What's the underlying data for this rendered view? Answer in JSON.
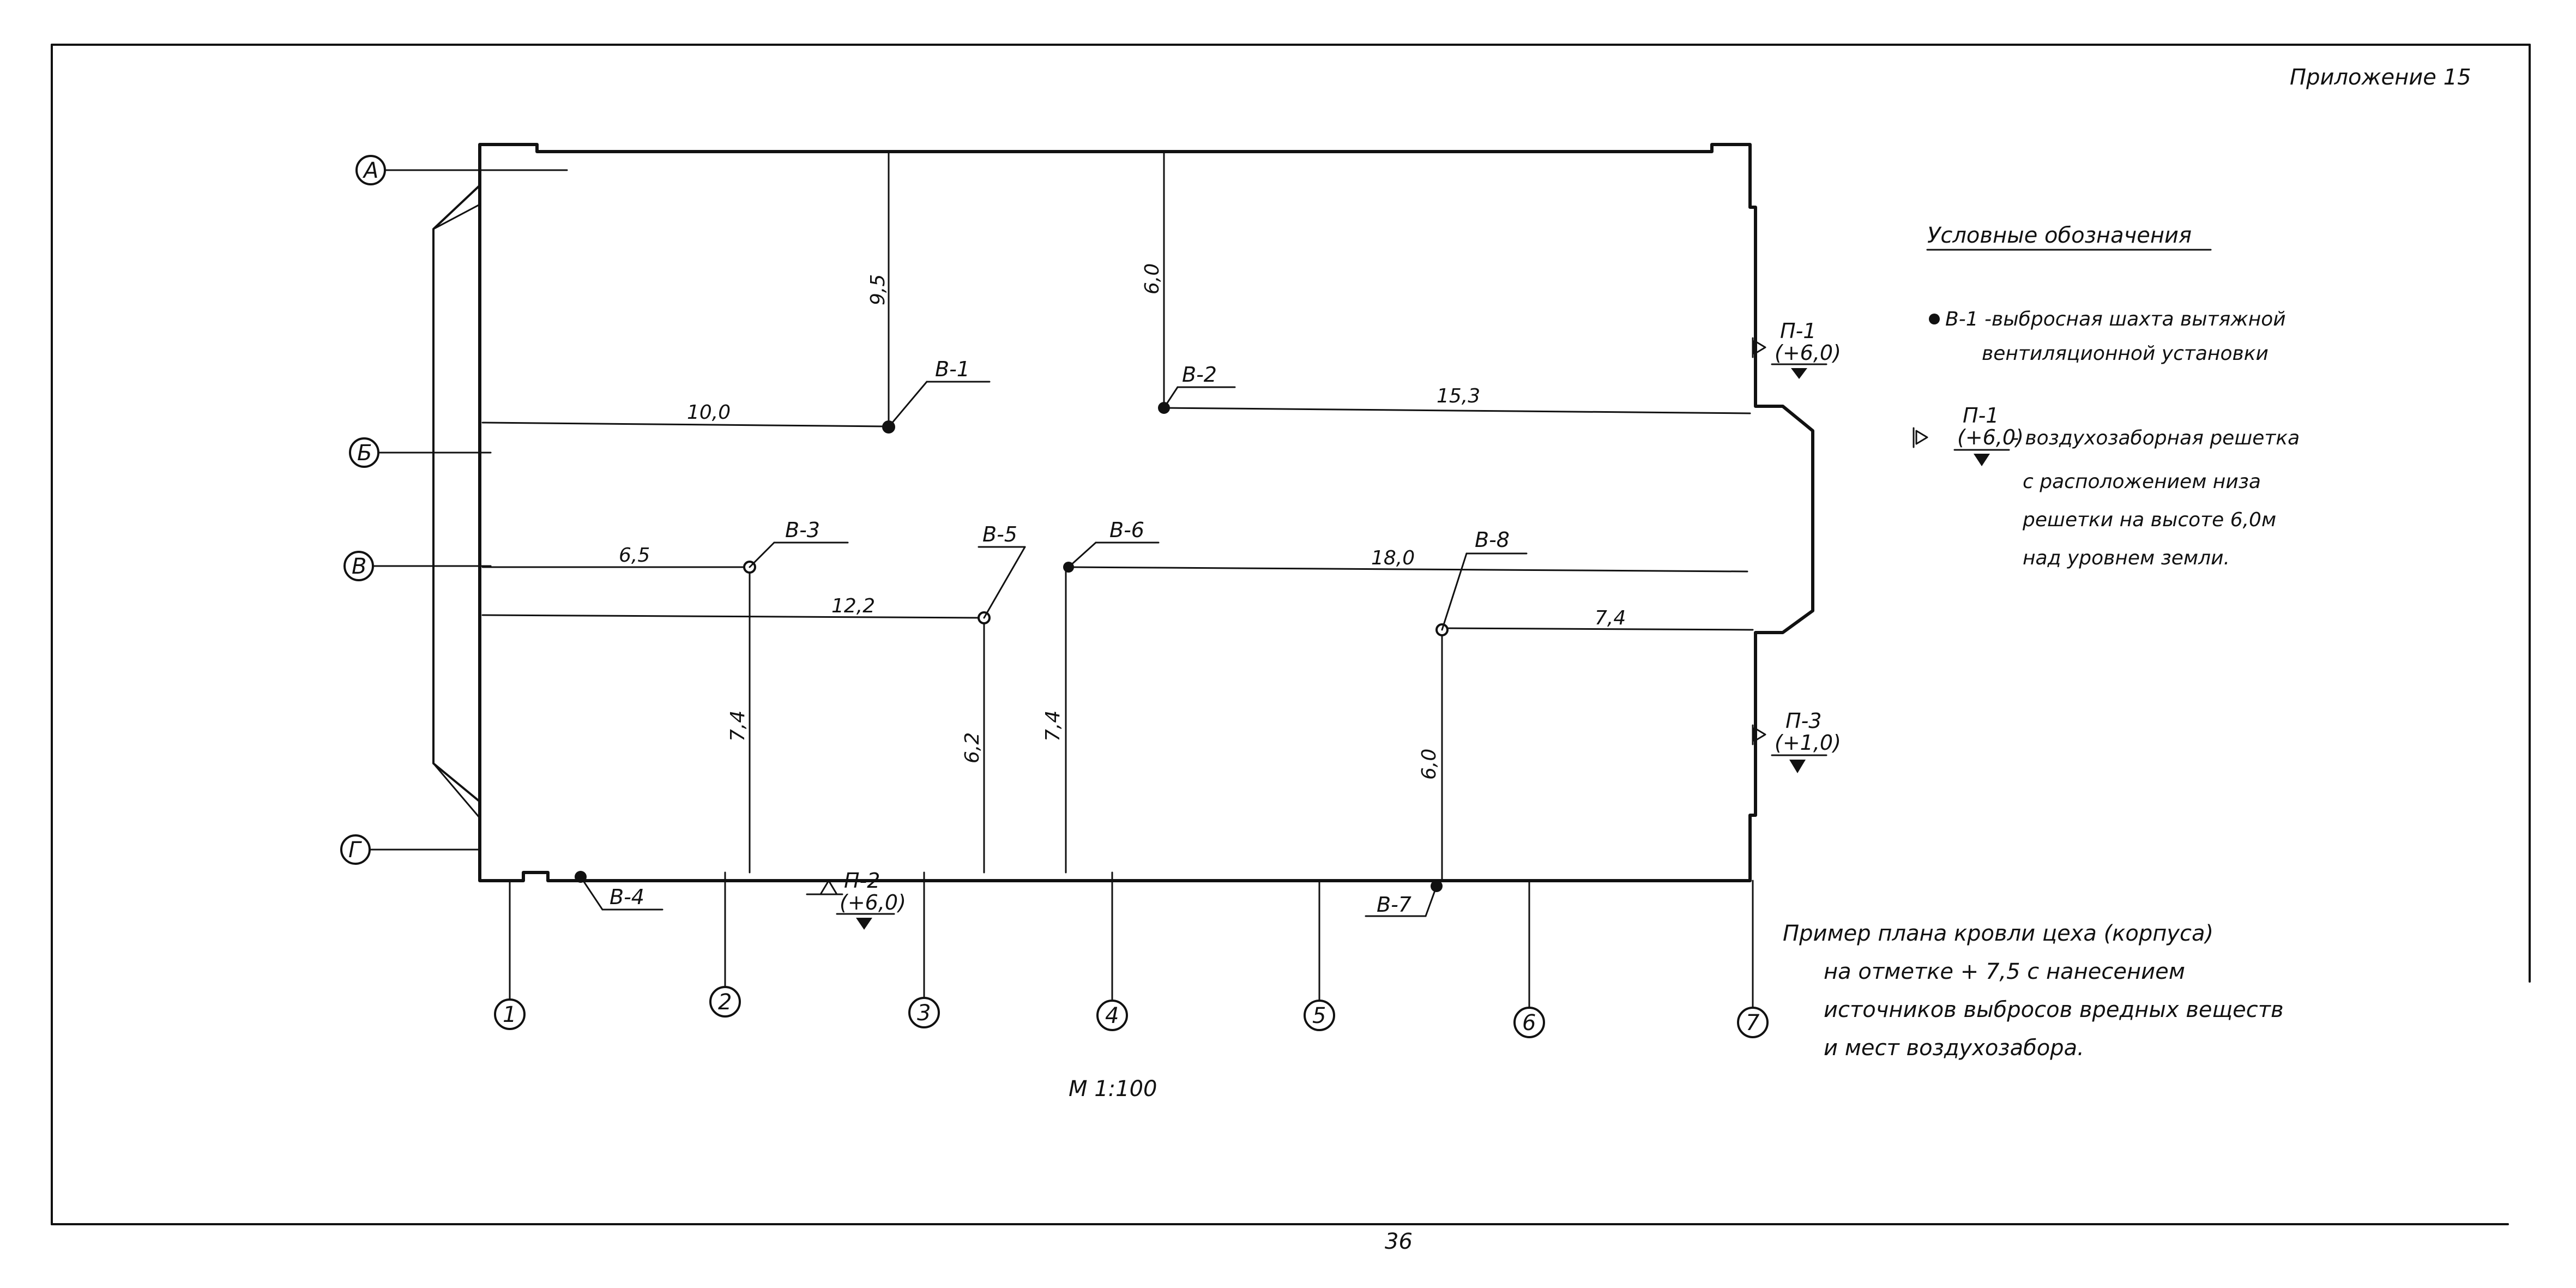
{
  "header": {
    "appendix": "Приложение 15"
  },
  "axes": {
    "rows": [
      "А",
      "Б",
      "В",
      "Г"
    ],
    "cols": [
      "1",
      "2",
      "3",
      "4",
      "5",
      "6",
      "7"
    ]
  },
  "dimensions": {
    "d_95": "9,5",
    "d_60_top": "6,0",
    "d_100": "10,0",
    "d_153": "15,3",
    "d_65": "6,5",
    "d_122": "12,2",
    "d_180": "18,0",
    "d_74_right": "7,4",
    "d_74_a": "7,4",
    "d_62": "6,2",
    "d_74_b": "7,4",
    "d_60_bottom": "6,0"
  },
  "shafts": {
    "b1": "В-1",
    "b2": "В-2",
    "b3": "В-3",
    "b4": "В-4",
    "b5": "В-5",
    "b6": "В-6",
    "b7": "В-7",
    "b8": "В-8"
  },
  "intakes": {
    "p1": {
      "name": "П-1",
      "level": "(+6,0)"
    },
    "p2": {
      "name": "П-2",
      "level": "(+6,0)"
    },
    "p3": {
      "name": "П-3",
      "level": "(+1,0)"
    }
  },
  "legend": {
    "title": "Условные обозначения",
    "shaft_line1": "В-1 -выбросная шахта вытяжной",
    "shaft_line2": "вентиляционной установки",
    "intake_name": "П-1",
    "intake_level": "(+6,0)",
    "intake_line1": "- воздухозаборная решетка",
    "intake_line2": "с расположением низа",
    "intake_line3": "решетки на высоте 6,0м",
    "intake_line4": "над уровнем земли."
  },
  "caption": {
    "line1": "Пример плана кровли цеха (корпуса)",
    "line2": "на отметке  + 7,5  с нанесением",
    "line3": "источников выбросов вредных веществ",
    "line4": "и мест воздухозабора."
  },
  "scale": "М 1:100",
  "page_number": "36"
}
